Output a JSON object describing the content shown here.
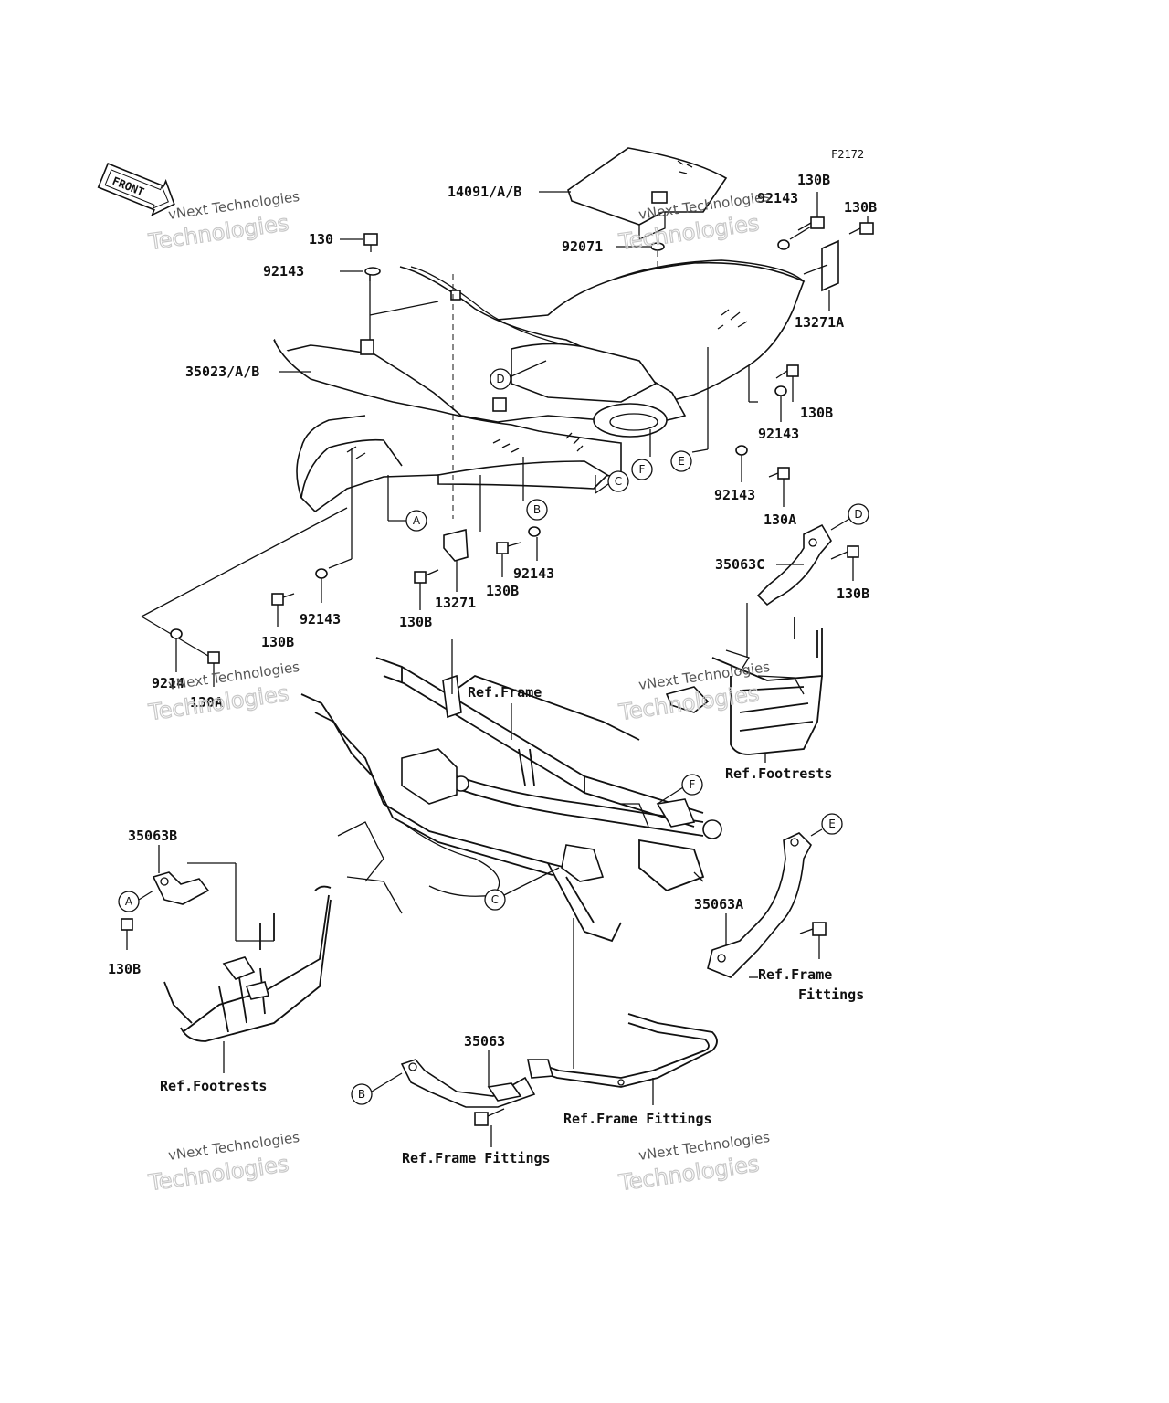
{
  "figure_code": "F2172",
  "front_label": "FRONT",
  "watermark": {
    "line1": "vNext Technologies",
    "line2": "Technologies"
  },
  "callouts": {
    "p14091": "14091/A/B",
    "p130": "130",
    "p92143_tl": "92143",
    "p35023": "35023/A/B",
    "p92071": "92071",
    "p92143_tr": "92143",
    "p130B_tr1": "130B",
    "p130B_tr2": "130B",
    "p13271A": "13271A",
    "p130B_r": "130B",
    "p92143_r": "92143",
    "p92143_r2": "92143",
    "p130A_r": "130A",
    "p35063C": "35063C",
    "p130B_c": "130B",
    "p92143_c": "92143",
    "p13271": "13271",
    "p130B_c2": "130B",
    "p92143_l": "92143",
    "p130B_l": "130B",
    "p9214": "9214",
    "p130A_l": "130A",
    "ref_frame": "Ref.Frame",
    "ref_footrests_r": "Ref.Footrests",
    "p35063B": "35063B",
    "p130B_bl": "130B",
    "p35063A": "35063A",
    "ref_frame_fittings_r1": "Ref.Frame",
    "ref_frame_fittings_r2": "Fittings",
    "p35063": "35063",
    "ref_footrests_l": "Ref.Footrests",
    "ref_frame_fittings_b": "Ref.Frame Fittings",
    "ref_frame_fittings_bl": "Ref.Frame Fittings"
  },
  "ref_letters": [
    "A",
    "B",
    "C",
    "D",
    "E",
    "F"
  ]
}
